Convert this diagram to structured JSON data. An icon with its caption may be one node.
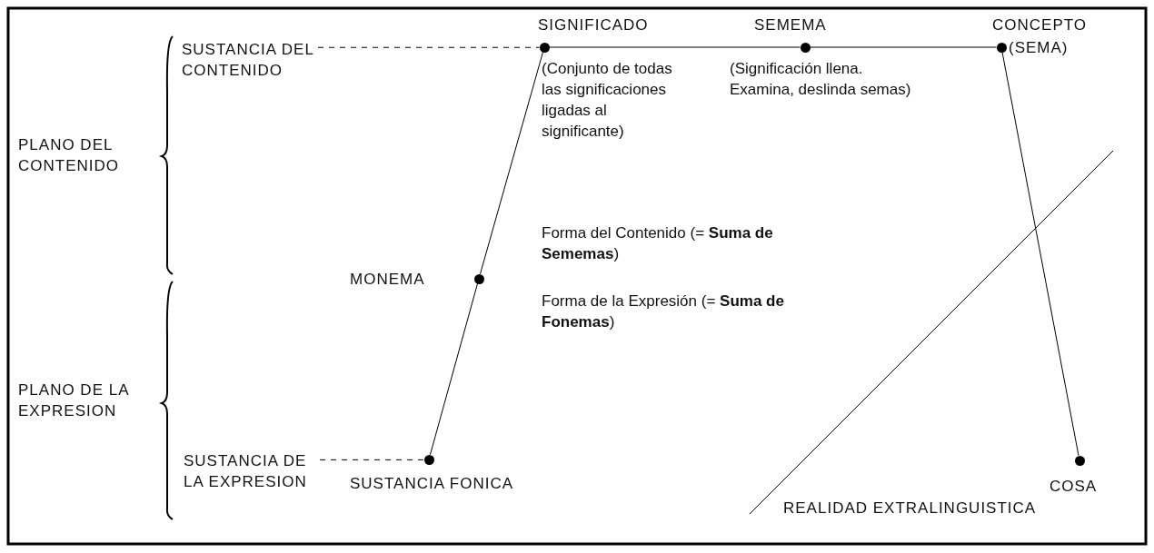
{
  "diagram": {
    "nodes": [
      {
        "text": [
          "SUSTANCIA DEL CONTENIDO"
        ]
      },
      {
        "text": [],
        "shape": "circle",
        "beside": [
          "SIGNIFICADO",
          "(Conjunto de todas las significaciones ligadas al significante)"
        ]
      },
      {
        "text": [],
        "shape": "circle",
        "beside": [
          "SEMEMA",
          "(Significación llena. Examina, deslinda semas)"
        ]
      },
      {
        "text": [],
        "shape": "circle",
        "beside": [
          "CONCEPTO",
          "(SEMA)"
        ]
      },
      {
        "text": [],
        "shape": "circle",
        "beside": [
          "MONEMA"
        ]
      },
      {
        "text": [
          "SUSTANCIA DE LA EXPRESION"
        ]
      },
      {
        "text": [],
        "shape": "circle",
        "beside": [
          "SUSTANCIA FONICA"
        ]
      },
      {
        "text": [],
        "shape": "circle",
        "beside": [
          "COSA"
        ]
      }
    ],
    "edges": [
      {
        "from": 0,
        "to": 1,
        "arrow": "none",
        "style": "dashed"
      },
      {
        "from": 1,
        "to": 2,
        "arrow": "none"
      },
      {
        "from": 2,
        "to": 3,
        "arrow": "none"
      },
      {
        "from": 1,
        "to": 4,
        "arrow": "none"
      },
      {
        "from": 4,
        "to": 6,
        "arrow": "none"
      },
      {
        "from": 5,
        "to": 6,
        "arrow": "none",
        "style": "dashed"
      },
      {
        "from": 3,
        "to": 7,
        "arrow": "none"
      }
    ],
    "labels": [
      "PLANO DEL CONTENIDO",
      "Forma del Contenido (= **Suma de Sememas**)",
      "Forma de la Expresión (= **Suma de Fonemas**)",
      "PLANO DE LA EXPRESION",
      "REALIDAD EXTRALINGUISTICA"
    ]
  }
}
